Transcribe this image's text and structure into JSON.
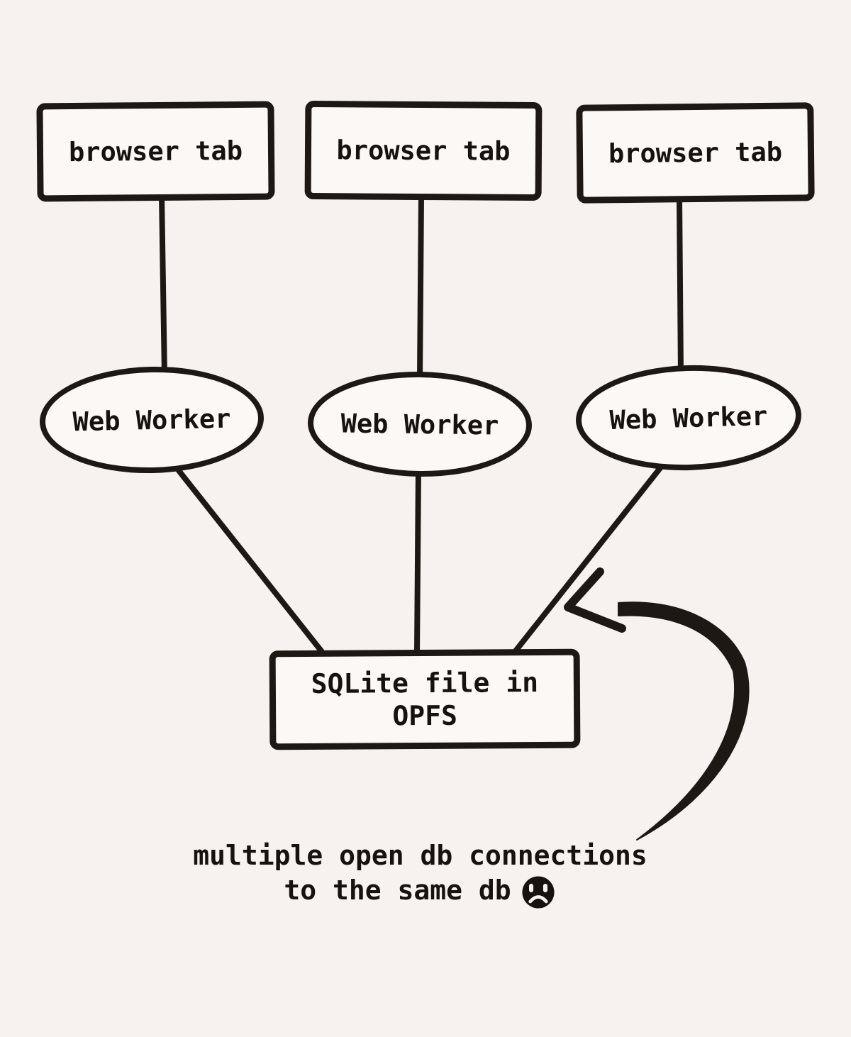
{
  "diagram": {
    "title_hint": "SQLite-in-OPFS multiple connection problem diagram",
    "browser_tabs": [
      {
        "label": "browser tab"
      },
      {
        "label": "browser tab"
      },
      {
        "label": "browser tab"
      }
    ],
    "web_workers": [
      {
        "label": "Web Worker"
      },
      {
        "label": "Web Worker"
      },
      {
        "label": "Web Worker"
      }
    ],
    "sqlite_node": {
      "line1": "SQLite file in",
      "line2": "OPFS"
    },
    "caption": {
      "line1": "multiple open db connections",
      "line2": "to the same db",
      "emoji": "sad-face"
    },
    "colors": {
      "background": "#f7f2ef",
      "ink": "#1d1814",
      "node_fill": "#fbf8f6",
      "text": "#17120f"
    }
  }
}
